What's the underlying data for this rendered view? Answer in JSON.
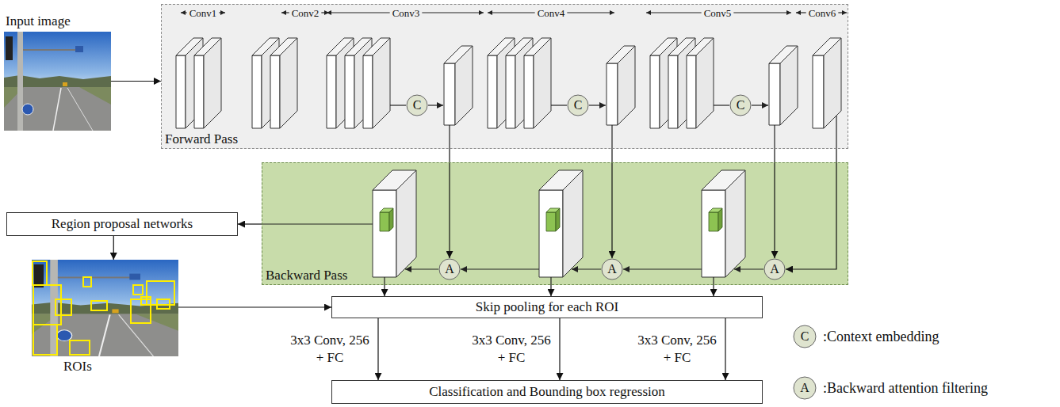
{
  "diagram": {
    "nodes": [
      {
        "text": [
          "Input image"
        ]
      },
      {
        "text": [
          "Forward Pass"
        ]
      },
      {
        "text": [
          "C"
        ],
        "in": 1
      },
      {
        "text": [
          "C"
        ],
        "in": 1
      },
      {
        "text": [
          "C"
        ],
        "in": 1
      },
      {
        "text": [
          "Backward Pass"
        ]
      },
      {
        "text": [
          "A"
        ],
        "in": 5
      },
      {
        "text": [
          "A"
        ],
        "in": 5
      },
      {
        "text": [
          "A"
        ],
        "in": 5
      },
      {
        "text": [
          "Region proposal networks"
        ]
      },
      {
        "text": [
          "ROIs"
        ]
      },
      {
        "text": [
          "Skip pooling for each ROI"
        ]
      },
      {
        "text": [
          "Classification and Bounding box regression"
        ]
      }
    ],
    "edges": [
      {
        "from": 0,
        "to": 1,
        "arrow": "to"
      },
      {
        "from": 1,
        "to": 6,
        "arrow": "to"
      },
      {
        "from": 1,
        "to": 7,
        "arrow": "to"
      },
      {
        "from": 1,
        "to": 8,
        "arrow": "to"
      },
      {
        "from": 1,
        "to": 8,
        "arrow": "to"
      },
      {
        "from": 5,
        "to": 9,
        "arrow": "to"
      },
      {
        "from": 9,
        "to": 10,
        "arrow": "to"
      },
      {
        "from": 10,
        "to": 11,
        "arrow": "to"
      },
      {
        "from": 5,
        "to": 11,
        "arrow": "to"
      },
      {
        "from": 5,
        "to": 11,
        "arrow": "to"
      },
      {
        "from": 5,
        "to": 11,
        "arrow": "to"
      },
      {
        "from": 11,
        "to": 12,
        "arrow": "to",
        "label": "3x3 Conv, 256 + FC"
      },
      {
        "from": 11,
        "to": 12,
        "arrow": "to",
        "label": "3x3 Conv, 256 + FC"
      },
      {
        "from": 11,
        "to": 12,
        "arrow": "to",
        "label": "3x3 Conv, 256 + FC"
      }
    ],
    "labels": [
      "Conv1",
      "Conv2",
      "Conv3",
      "Conv4",
      "Conv5",
      "Conv6",
      "C",
      "A"
    ],
    "legend": [
      {
        "text": ":Context embedding"
      },
      {
        "text": ":Backward attention filtering"
      }
    ]
  }
}
